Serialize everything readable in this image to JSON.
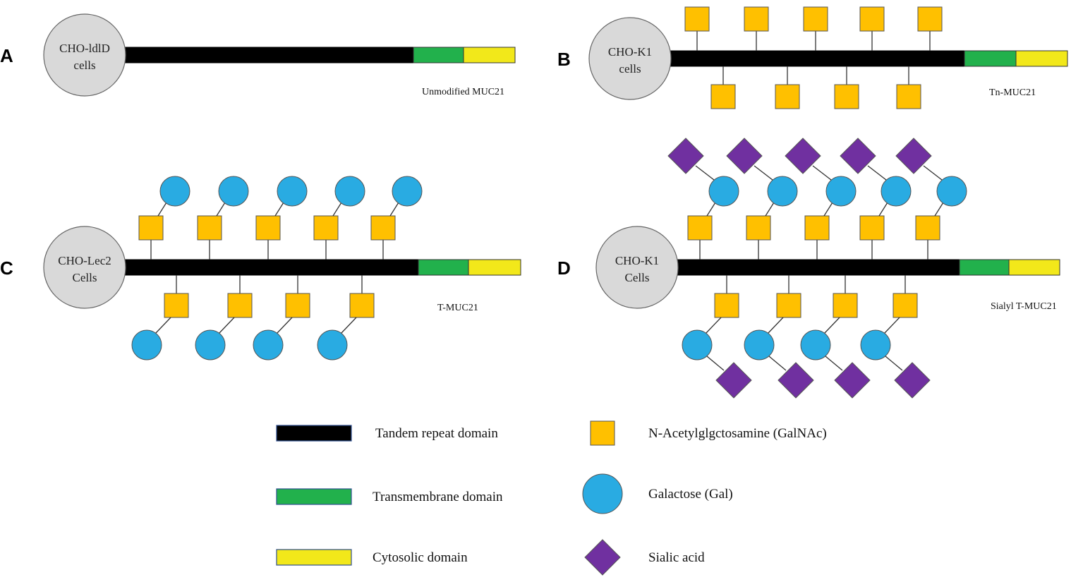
{
  "panels": [
    {
      "letter": "A",
      "cell_line": [
        "CHO-ldlD",
        "cells"
      ],
      "variant": "Unmodified MUC21",
      "glycan": "none"
    },
    {
      "letter": "B",
      "cell_line": [
        "CHO-K1",
        "cells"
      ],
      "variant": "Tn-MUC21",
      "glycan": "Tn"
    },
    {
      "letter": "C",
      "cell_line": [
        "CHO-Lec2",
        "Cells"
      ],
      "variant": "T-MUC21",
      "glycan": "T"
    },
    {
      "letter": "D",
      "cell_line": [
        "CHO-K1",
        "Cells"
      ],
      "variant": "Sialyl T-MUC21",
      "glycan": "sialyl-T"
    }
  ],
  "legend": {
    "domains": [
      {
        "label": "Tandem repeat domain",
        "color": "#000000"
      },
      {
        "label": "Transmembrane domain",
        "color": "#22b14c"
      },
      {
        "label": "Cytosolic domain",
        "color": "#f2e81a"
      }
    ],
    "sugars": [
      {
        "label": "N-Acetylglgctosamine (GalNAc)",
        "shape": "square",
        "color": "#ffc000"
      },
      {
        "label": "Galactose (Gal)",
        "shape": "circle",
        "color": "#29abe2"
      },
      {
        "label": "Sialic acid",
        "shape": "diamond",
        "color": "#7030a0"
      }
    ]
  },
  "colors": {
    "cell": "#d9d9d9",
    "tandem": "#000000",
    "transmembrane": "#22b14c",
    "cytosolic": "#f2e81a",
    "galnac": "#ffc000",
    "gal": "#29abe2",
    "sialic": "#7030a0"
  }
}
